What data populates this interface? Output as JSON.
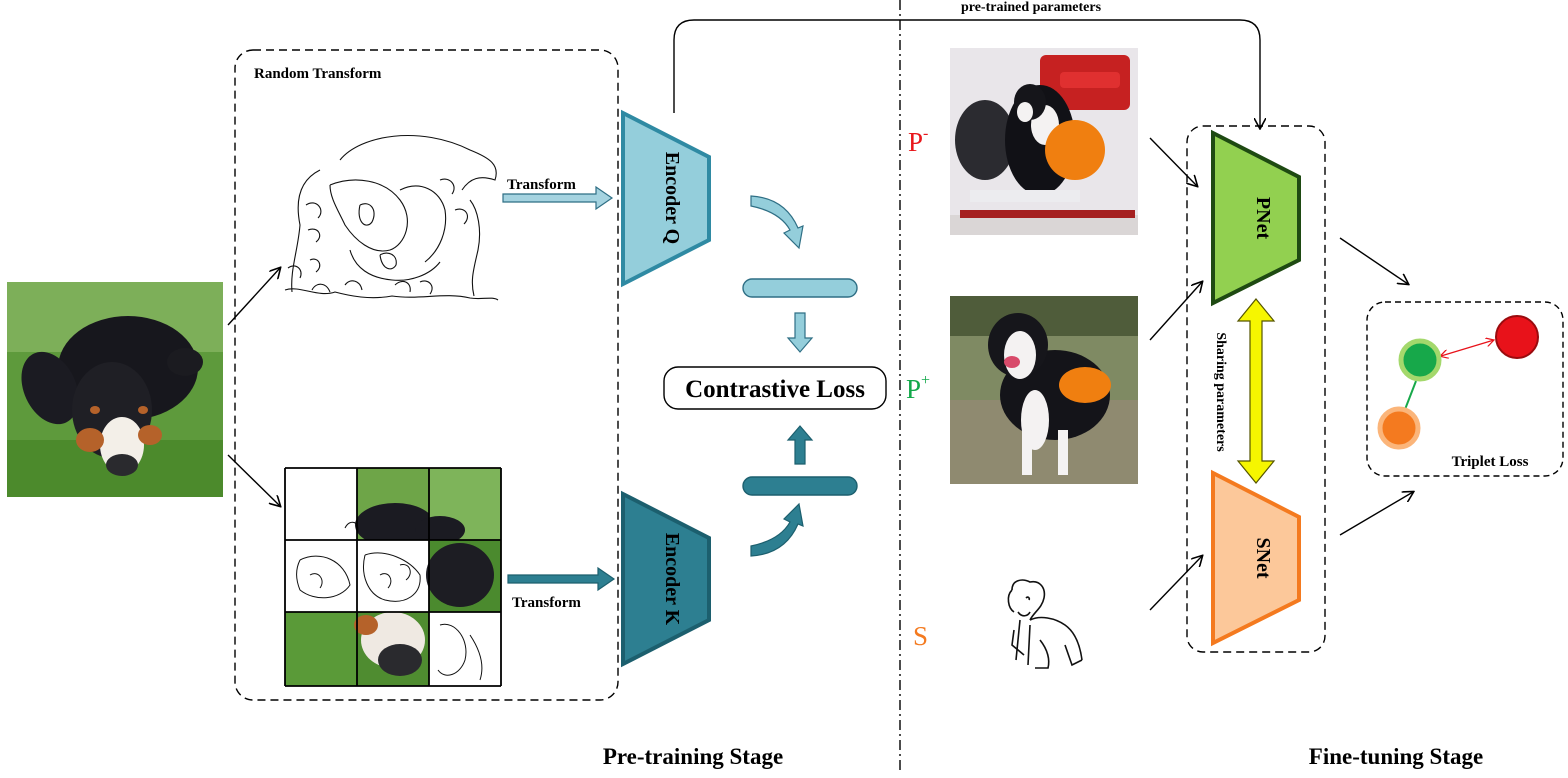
{
  "labels": {
    "random_transform": "Random Transform",
    "transform_top": "Transform",
    "transform_bottom": "Transform",
    "encoder_q": "Encoder Q",
    "encoder_k": "Encoder K",
    "contrastive_loss": "Contrastive Loss",
    "pretrained_parameters": "pre-trained parameters",
    "p_minus": "P",
    "p_minus_sup": "-",
    "p_plus": "P",
    "p_plus_sup": "+",
    "s": "S",
    "pnet": "PNet",
    "snet": "SNet",
    "sharing_parameters": "Sharing parameters",
    "triplet_loss": "Triplet Loss",
    "pretraining_stage": "Pre-training Stage",
    "finetuning_stage": "Fine-tuning Stage"
  },
  "colors": {
    "encoder_q_fill": "#94cedb",
    "encoder_q_stroke": "#2f8aa3",
    "encoder_k_fill": "#2d7f91",
    "encoder_k_stroke": "#1c5f6e",
    "pnet_fill": "#92d050",
    "pnet_stroke": "#1e4a12",
    "snet_fill": "#fcc89a",
    "snet_stroke": "#f47a1f",
    "p_minus_color": "#e8171b",
    "p_plus_color": "#12a84a",
    "s_color": "#f47a1f",
    "share_arrow": "#f6f600",
    "node_green": "#17a84a",
    "node_red": "#e8121a",
    "node_orange": "#f47a1f"
  },
  "icons": {
    "source_photo": "dog-photo-icon",
    "edge_map": "dog-edge-sketch-icon",
    "negative_photo": "dog-negative-photo-icon",
    "positive_photo": "dog-positive-photo-icon",
    "sketch": "dog-sketch-icon"
  }
}
